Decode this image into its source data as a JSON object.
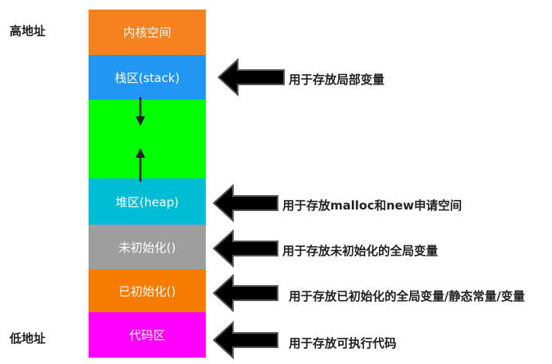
{
  "address_labels": {
    "high": "高地址",
    "low": "低地址"
  },
  "segments": [
    {
      "label": "内核空间",
      "color": "#F5821F"
    },
    {
      "label": "栈区(stack)",
      "color": "#2196F3"
    },
    {
      "label": "",
      "color": "#00FF00"
    },
    {
      "label": "堆区(heap)",
      "color": "#00BCD4"
    },
    {
      "label": "未初始化()",
      "color": "#9E9E9E"
    },
    {
      "label": "已初始化()",
      "color": "#F57C00"
    },
    {
      "label": "代码区",
      "color": "#FF00FF"
    }
  ],
  "annotations": [
    {
      "text": "用于存放局部变量"
    },
    {
      "text": "用于存放malloc和new申请空间"
    },
    {
      "text": "用于存放未初始化的全局变量"
    },
    {
      "text": "用于存放已初始化的全局变量/静态常量/变量"
    },
    {
      "text": "用于存放可执行代码"
    }
  ],
  "arrow_color": "#000000"
}
